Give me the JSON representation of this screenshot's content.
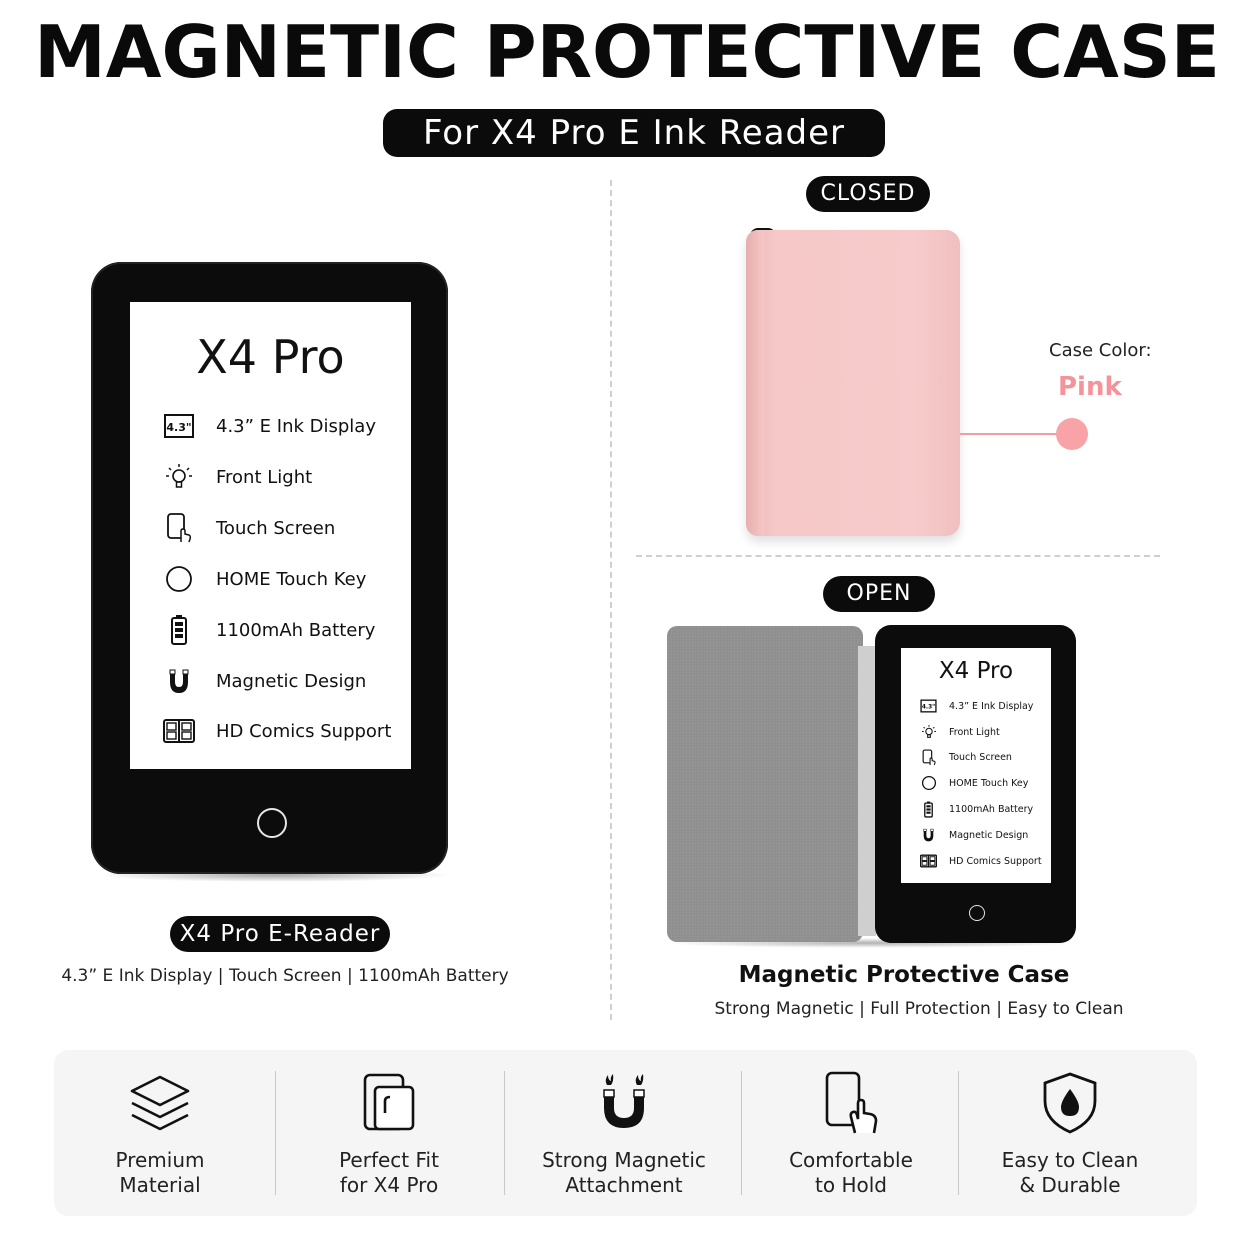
{
  "header": {
    "title": "MAGNETIC  PROTECTIVE CASE",
    "subtitle": "For X4 Pro E Ink Reader"
  },
  "reader": {
    "model": "X4 Pro",
    "features": [
      {
        "label": "4.3” E Ink Display",
        "icon": "screen-size-icon",
        "badge": "4.3\""
      },
      {
        "label": "Front Light",
        "icon": "light-bulb-icon"
      },
      {
        "label": "Touch Screen",
        "icon": "touch-screen-icon"
      },
      {
        "label": "HOME Touch Key",
        "icon": "home-key-icon"
      },
      {
        "label": "1100mAh Battery",
        "icon": "battery-icon"
      },
      {
        "label": "Magnetic Design",
        "icon": "magnet-icon"
      },
      {
        "label": "HD Comics Support",
        "icon": "comic-book-icon"
      }
    ],
    "caption": "X4 Pro E-Reader",
    "specs": "4.3” E Ink Display | Touch Screen | 1100mAh Battery"
  },
  "closed": {
    "label": "CLOSED",
    "case_color_label": "Case Color:",
    "case_color_value": "Pink",
    "case_color_hex": "#f7cbcb",
    "accent_hex": "#f4949a"
  },
  "open": {
    "label": "OPEN",
    "caption": "Magnetic Protective Case",
    "specs": "Strong Magnetic | Full Protection | Easy to Clean"
  },
  "benefits": [
    {
      "line1": "Premium",
      "line2": "Material",
      "icon": "layers-icon"
    },
    {
      "line1": "Perfect Fit",
      "line2": "for X4 Pro",
      "icon": "device-fit-icon"
    },
    {
      "line1": "Strong Magnetic",
      "line2": "Attachment",
      "icon": "magnet-icon"
    },
    {
      "line1": "Comfortable",
      "line2": "to Hold",
      "icon": "hand-hold-icon"
    },
    {
      "line1": "Easy to Clean",
      "line2": "& Durable",
      "icon": "shield-drop-icon"
    }
  ]
}
